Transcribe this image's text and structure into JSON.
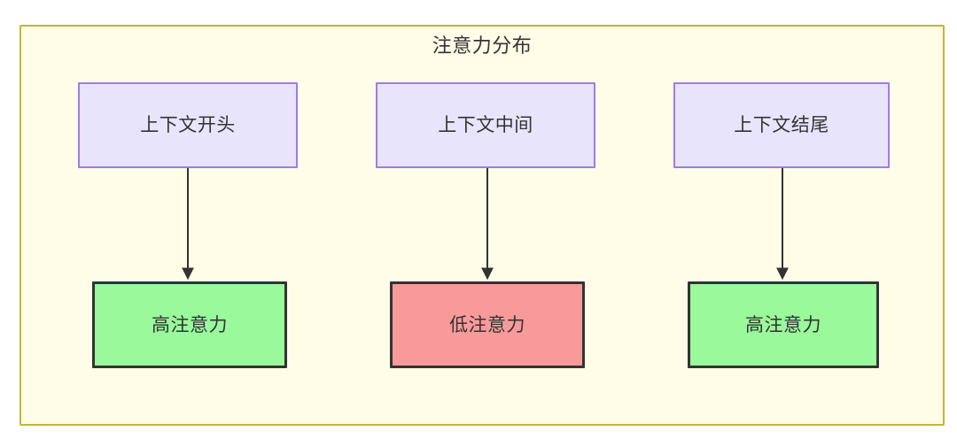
{
  "diagram": {
    "title": "注意力分布",
    "colors": {
      "frame_background": "#fffde8",
      "frame_border": "#bfb838",
      "context_fill": "#e8e4fc",
      "context_border": "#9d7ce8",
      "high_attention_fill": "#99f99b",
      "low_attention_fill": "#f99a9a",
      "node_border_dark": "#333333",
      "edge_color": "#333333",
      "text_color": "#333333",
      "page_background": "#ffffff"
    },
    "context_nodes": [
      {
        "id": "ctx-start",
        "label": "上下文开头"
      },
      {
        "id": "ctx-middle",
        "label": "上下文中间"
      },
      {
        "id": "ctx-end",
        "label": "上下文结尾"
      }
    ],
    "attention_nodes": [
      {
        "id": "attn-high-1",
        "label": "高注意力"
      },
      {
        "id": "attn-low",
        "label": "低注意力"
      },
      {
        "id": "attn-high-2",
        "label": "高注意力"
      }
    ],
    "edges": [
      {
        "from": "ctx-start",
        "to": "attn-high-1",
        "label": ""
      },
      {
        "from": "ctx-middle",
        "to": "attn-low",
        "label": ""
      },
      {
        "from": "ctx-end",
        "to": "attn-high-2",
        "label": ""
      }
    ]
  }
}
